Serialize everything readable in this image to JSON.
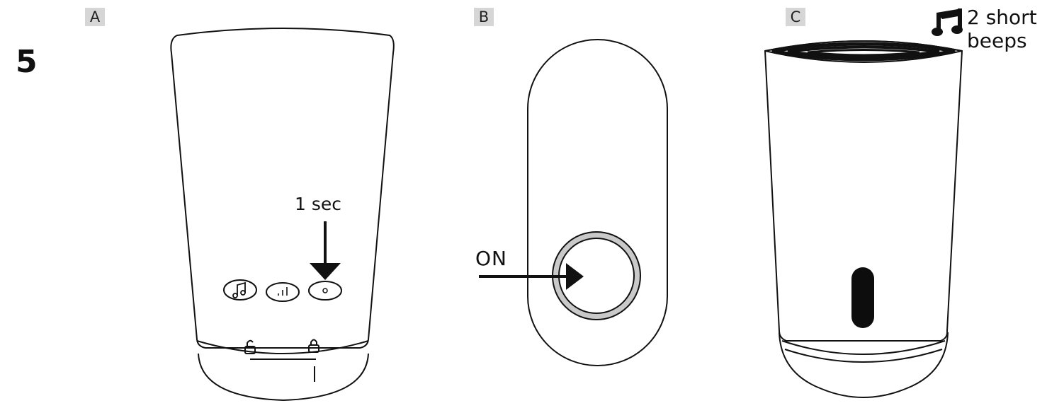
{
  "step_number": "5",
  "panels": {
    "a": {
      "tag": "A",
      "press_duration": "1 sec"
    },
    "b": {
      "tag": "B",
      "button_label": "ON"
    },
    "c": {
      "tag": "C",
      "sound_line1": "2 short",
      "sound_line2": "beeps"
    }
  },
  "icons": [
    "music-note-icon",
    "volume-bars-icon",
    "pair-dot-icon",
    "lock-open-icon",
    "lock-closed-icon",
    "arrow-down-icon",
    "arrow-right-icon",
    "double-music-note-icon"
  ],
  "colors": {
    "outline": "#111111",
    "button_ring": "#c9c9c9",
    "tag_bg": "#d6d6d6",
    "led": "#0d0d0d"
  }
}
